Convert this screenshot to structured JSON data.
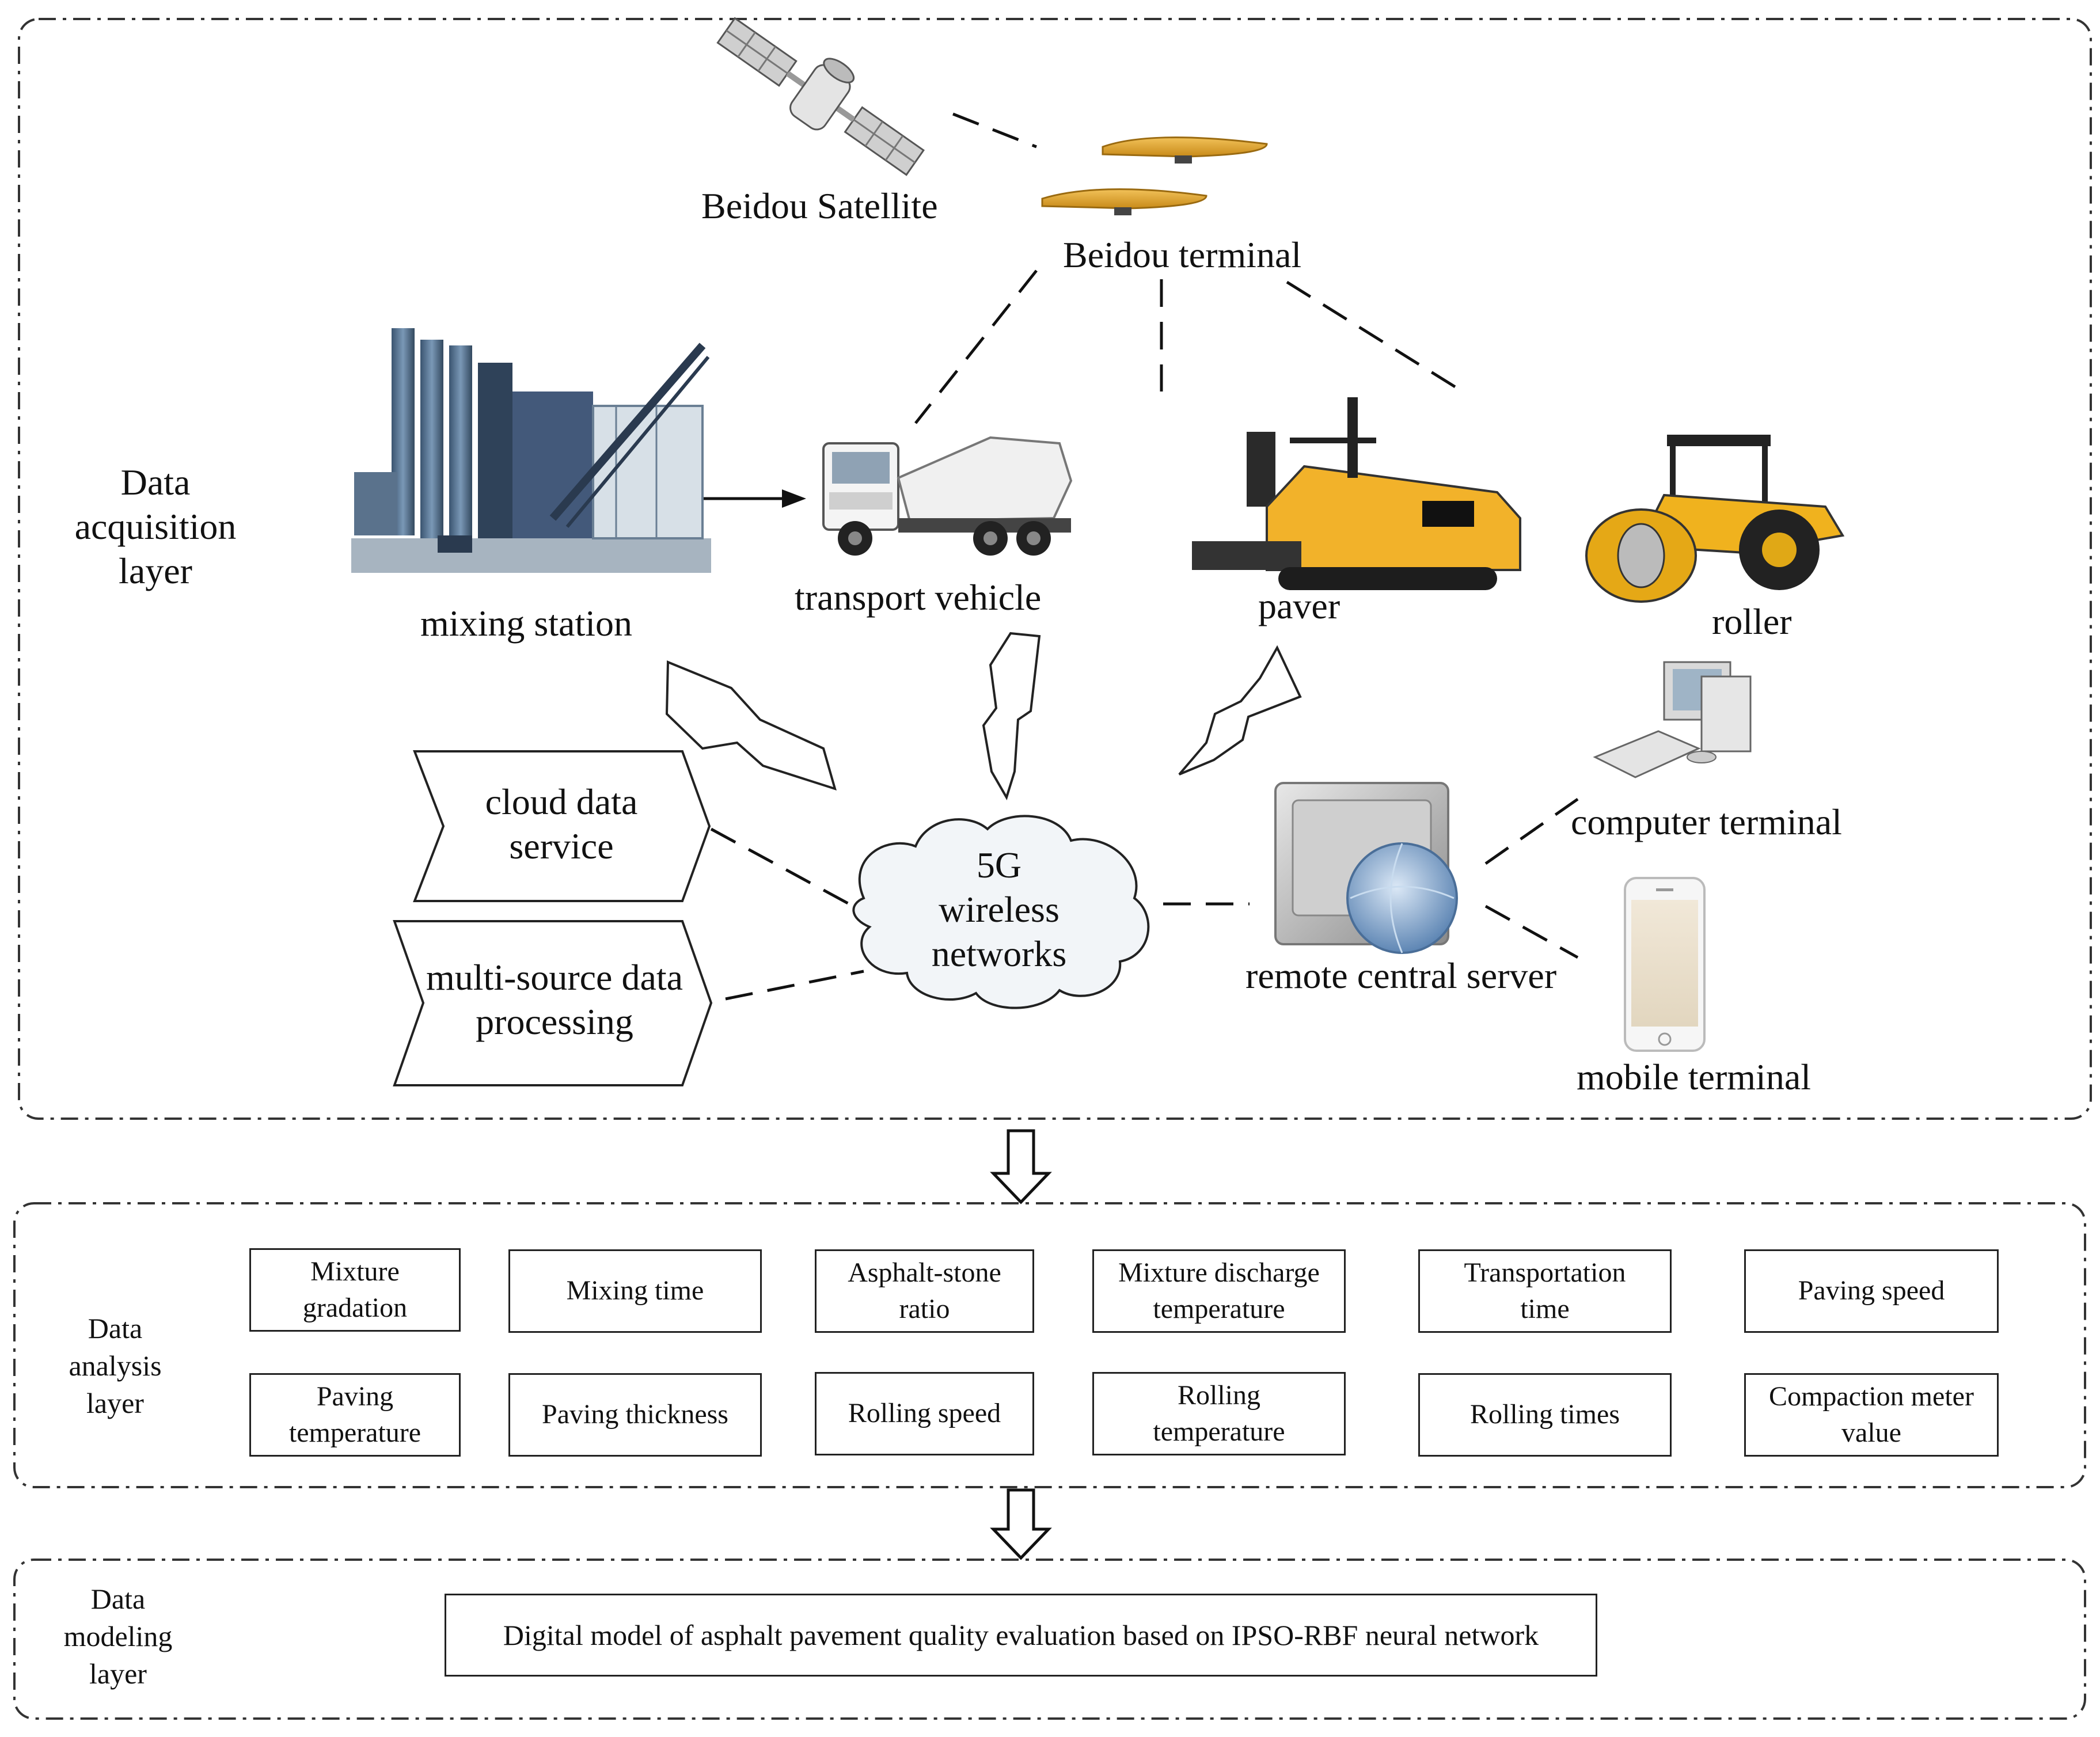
{
  "acquisition": {
    "layer_label": [
      "Data",
      "acquisition",
      "layer"
    ],
    "beidou_satellite": "Beidou Satellite",
    "beidou_terminal": "Beidou terminal",
    "mixing_station": "mixing station",
    "transport_vehicle": "transport vehicle",
    "paver": "paver",
    "roller": "roller",
    "cloud_service": [
      "cloud data",
      "service"
    ],
    "multi_source": [
      "multi-source data",
      "processing"
    ],
    "network": [
      "5G",
      "wireless",
      "networks"
    ],
    "central_server": "remote central server",
    "computer_terminal": "computer terminal",
    "mobile_terminal": "mobile terminal"
  },
  "analysis": {
    "layer_label": [
      "Data",
      "analysis",
      "layer"
    ],
    "parameters": [
      [
        "Mixture",
        "gradation"
      ],
      [
        "Mixing time"
      ],
      [
        "Asphalt-stone",
        "ratio"
      ],
      [
        "Mixture discharge",
        "temperature"
      ],
      [
        "Transportation",
        "time"
      ],
      [
        "Paving speed"
      ],
      [
        "Paving",
        "temperature"
      ],
      [
        "Paving thickness"
      ],
      [
        "Rolling speed"
      ],
      [
        "Rolling",
        "temperature"
      ],
      [
        "Rolling times"
      ],
      [
        "Compaction meter",
        "value"
      ]
    ]
  },
  "modeling": {
    "layer_label": [
      "Data",
      "modeling",
      "layer"
    ],
    "model": "Digital model of asphalt pavement quality evaluation based on IPSO-RBF neural network"
  },
  "colors": {
    "equipment_yellow": "#e8b020",
    "antenna_orange": "#e0a030",
    "plant_blue": "#4a6a8a",
    "cloud_fill": "#f2f5f8",
    "border": "#333333"
  }
}
